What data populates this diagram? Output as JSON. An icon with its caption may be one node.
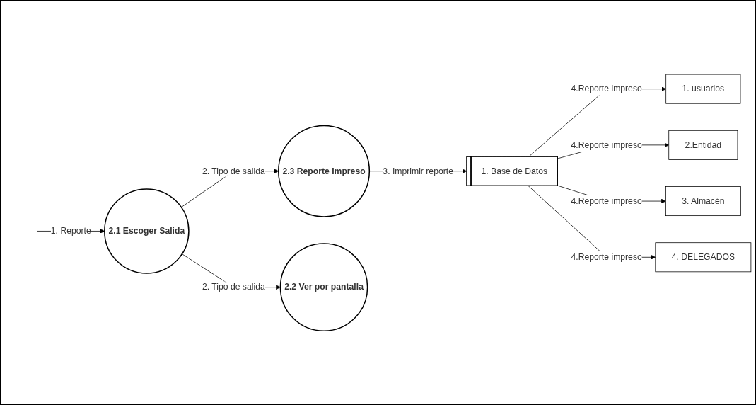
{
  "diagram": {
    "nodes": [
      {
        "text": [
          "2.1 Escoger Salida"
        ]
      },
      {
        "text": [
          "2.3 Reporte Impreso"
        ]
      },
      {
        "text": [
          "2.2 Ver por pantalla"
        ]
      },
      {
        "text": [
          "1. Base de Datos"
        ]
      },
      {
        "text": [
          "1. usuarios"
        ]
      },
      {
        "text": [
          "2.Entidad"
        ]
      },
      {
        "text": [
          "3. Almacén"
        ]
      },
      {
        "text": [
          "4. DELEGADOS"
        ]
      }
    ],
    "edges": [
      {
        "from": null,
        "to": 0,
        "arrow": "to",
        "label": "1. Reporte"
      },
      {
        "from": 0,
        "to": 1,
        "arrow": "to",
        "label": "2. Tipo de salida"
      },
      {
        "from": 0,
        "to": 2,
        "arrow": "to",
        "label": "2. Tipo de salida"
      },
      {
        "from": 1,
        "to": 3,
        "arrow": "to",
        "label": "3. Imprimir reporte"
      },
      {
        "from": 3,
        "to": 4,
        "arrow": "to",
        "label": "4.Reporte impreso"
      },
      {
        "from": 3,
        "to": 5,
        "arrow": "to",
        "label": "4.Reporte impreso"
      },
      {
        "from": 3,
        "to": 6,
        "arrow": "to",
        "label": "4.Reporte impreso"
      },
      {
        "from": 3,
        "to": 7,
        "arrow": "to",
        "label": "4.Reporte impreso"
      }
    ]
  }
}
